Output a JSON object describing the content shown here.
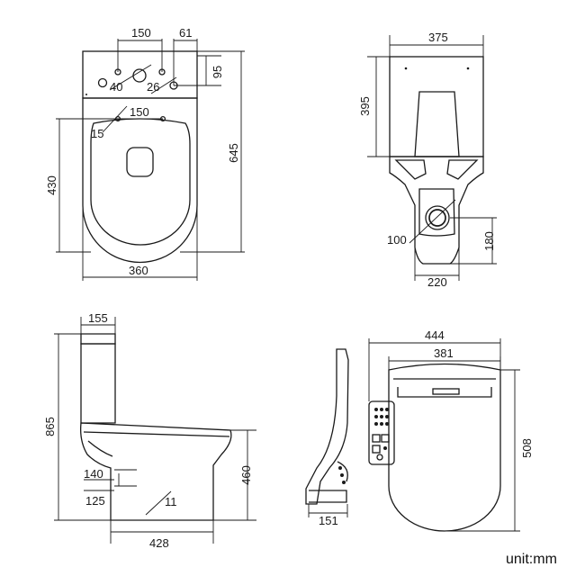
{
  "dimensions": {
    "top_view": {
      "width_150_top": "150",
      "width_61": "61",
      "hole_40": "40",
      "hole_26": "26",
      "height_95": "95",
      "width_150_lower": "150",
      "hole_15": "15",
      "height_430": "430",
      "height_645": "645",
      "width_360": "360"
    },
    "rear_view": {
      "width_375": "375",
      "height_395": "395",
      "outlet_100": "100",
      "height_180": "180",
      "width_220": "220"
    },
    "side_view": {
      "width_155": "155",
      "height_865": "865",
      "height_460": "460",
      "width_140": "140",
      "width_125": "125",
      "width_11": "11",
      "width_428": "428"
    },
    "seat_view": {
      "width_444": "444",
      "width_381": "381",
      "height_508": "508",
      "width_151": "151"
    }
  },
  "unit_label": "unit:mm"
}
